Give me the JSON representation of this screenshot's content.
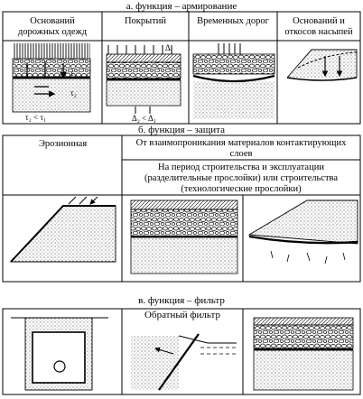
{
  "section_a": {
    "title": "а. функция – армирование",
    "cols": [
      {
        "line1": "Оснований",
        "line2": "дорожных одежд"
      },
      {
        "line1": "Покрытий",
        "line2": ""
      },
      {
        "line1": "Временных дорог",
        "line2": ""
      },
      {
        "line1": "Оснований и",
        "line2": "откосов насыпей"
      }
    ],
    "diagram_labels": {
      "tau2": "τ₂",
      "tau1": "τ₁",
      "ineq": "τ₂ < τ₁",
      "delta": "Δ₂ < Δ₁",
      "p_arrow": "Δ₁"
    }
  },
  "section_b": {
    "title": "б. функция – защита",
    "col_erosion": "Эрозионная",
    "col_mix_line1": "От взаимопроникания материалов контактирующих",
    "col_mix_line2": "слоев",
    "col_period_line1": "На период строительства и эксплуатации",
    "col_period_line2": "(разделительные прослойки) или строительства",
    "col_period_line3": "(технологические прослойки)"
  },
  "section_c": {
    "title": "в. функция – фильтр",
    "col_reverse": "Обратный фильтр"
  }
}
